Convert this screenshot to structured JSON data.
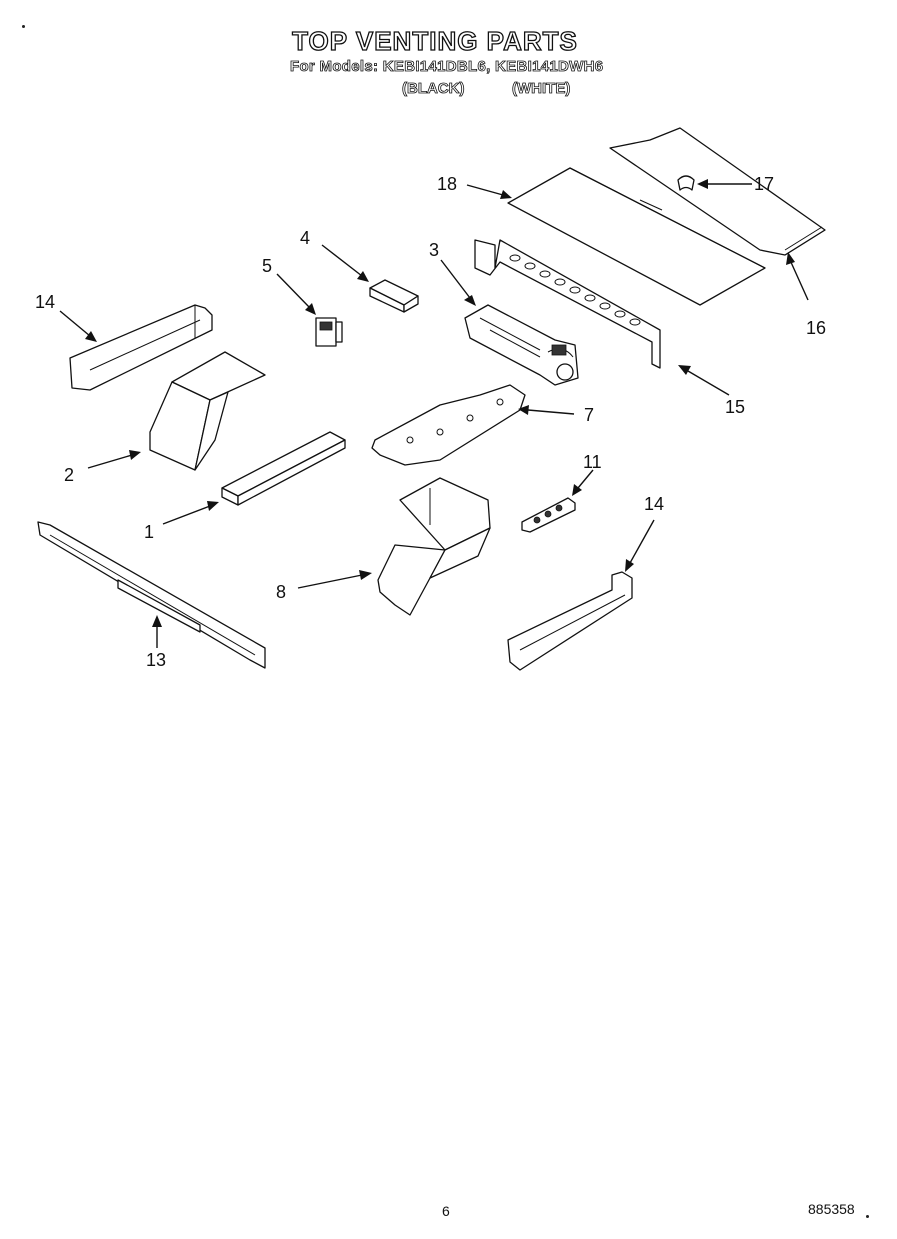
{
  "header": {
    "title": "TOP VENTING PARTS",
    "subtitle": "For Models: KEBI141DBL6, KEBI141DWH6",
    "variant_black": "(BLACK)",
    "variant_white": "(WHITE)"
  },
  "callouts": {
    "c1": "1",
    "c2": "2",
    "c3": "3",
    "c4": "4",
    "c5": "5",
    "c7": "7",
    "c8": "8",
    "c11": "11",
    "c13": "13",
    "c14a": "14",
    "c14b": "14",
    "c15": "15",
    "c16": "16",
    "c17": "17",
    "c18": "18"
  },
  "footer": {
    "page_number": "6",
    "document_number": "885358"
  }
}
